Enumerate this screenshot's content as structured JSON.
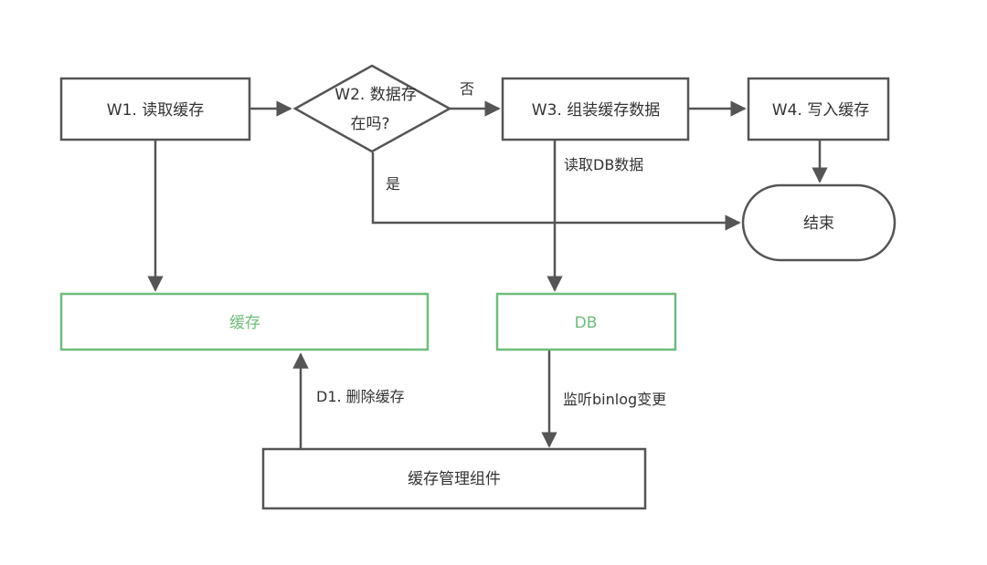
{
  "nodes": {
    "w1": "W1. 读取缓存",
    "w2_line1": "W2. 数据存",
    "w2_line2": "在吗?",
    "w3": "W3. 组装缓存数据",
    "w4": "W4. 写入缓存",
    "end": "结束",
    "cache": "缓存",
    "db": "DB",
    "manager": "缓存管理组件"
  },
  "edges": {
    "no": "否",
    "yes": "是",
    "read_db": "读取DB数据",
    "delete_cache": "D1. 删除缓存",
    "listen_binlog": "监听binlog变更"
  },
  "colors": {
    "stroke": "#555555",
    "text": "#333333",
    "green": "#6dbd7a"
  }
}
